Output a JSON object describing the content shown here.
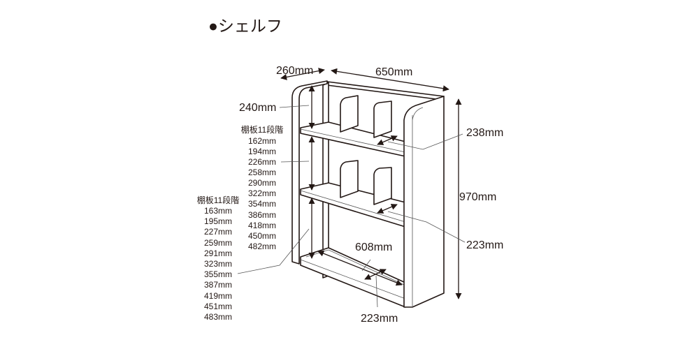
{
  "title": "●シェルフ",
  "dimensions": {
    "depth": "260mm",
    "width": "650mm",
    "height": "970mm",
    "top_clearance": "240mm",
    "shelf_depth_upper": "238mm",
    "shelf_depth_middle": "223mm",
    "shelf_depth_bottom": "223mm",
    "inner_width": "608mm"
  },
  "upper_list": {
    "header": "棚板11段階",
    "items": [
      "162mm",
      "194mm",
      "226mm",
      "258mm",
      "290mm",
      "322mm",
      "354mm",
      "386mm",
      "418mm",
      "450mm",
      "482mm"
    ]
  },
  "lower_list": {
    "header": "棚板11段階",
    "items": [
      "163mm",
      "195mm",
      "227mm",
      "259mm",
      "291mm",
      "323mm",
      "355mm",
      "387mm",
      "419mm",
      "451mm",
      "483mm"
    ]
  }
}
